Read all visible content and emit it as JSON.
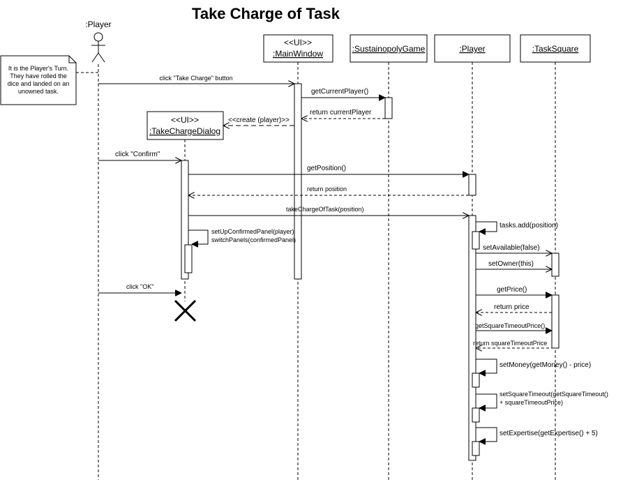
{
  "title": "Take Charge of Task",
  "actor": {
    "label": ":Player"
  },
  "note": {
    "lines": [
      "It is the Player's Turn.",
      "They have rolled the",
      "dice and landed on an",
      "unowned task."
    ]
  },
  "participants": {
    "mainwindow": {
      "stereotype": "<<UI>>",
      "name": ":MainWindow"
    },
    "game": {
      "name": ":SustainopolyGame"
    },
    "player": {
      "name": ":Player"
    },
    "tasksquare": {
      "name": ":TaskSquare"
    },
    "dialog": {
      "stereotype": "<<UI>>",
      "name": ":TakeChargeDialog"
    }
  },
  "messages": {
    "m1": "click \"Take Charge\" button",
    "m2": "getCurrentPlayer()",
    "m3": "return currentPlayer",
    "m4": "<<create (player)>>",
    "m5": "click \"Confirm\"",
    "m6": "getPosition()",
    "m7": "return position",
    "m8": "takeChargeOfTask(position)",
    "m9a": "setUpConfirmedPanel(player)",
    "m9b": "switchPanels(confirmedPanel)",
    "m10": "tasks.add(position)",
    "m11": "setAvailable(false)",
    "m12": "setOwner(this)",
    "m13": "getPrice()",
    "m14": "return price",
    "m15": "getSquareTimeoutPrice()",
    "m16": "return squareTimeoutPrice",
    "m17": "setMoney(getMoney() - price)",
    "m18a": "setSquareTimeout(getSquareTimeout()",
    "m18b": "+ squareTimeoutPrice)",
    "m19": "setExpertise(getExpertise() + 5)",
    "m20": "click \"OK\""
  }
}
